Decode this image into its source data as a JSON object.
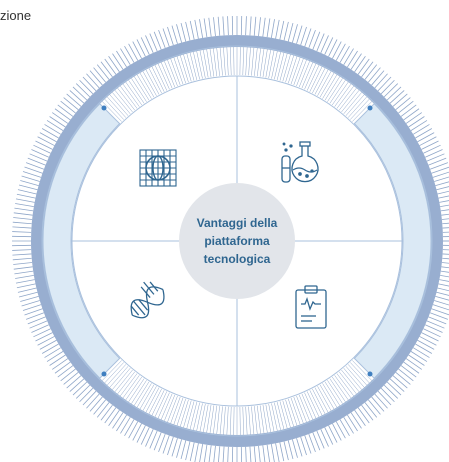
{
  "caption": "zione",
  "center": {
    "lines": [
      "Vantaggi della",
      "piattaforma",
      "tecnologica"
    ]
  },
  "icons": [
    {
      "name": "grid-globe-icon",
      "quadrant": "top-left"
    },
    {
      "name": "lab-flasks-icon",
      "quadrant": "top-right"
    },
    {
      "name": "dna-icon",
      "quadrant": "bottom-left"
    },
    {
      "name": "clipboard-chart-icon",
      "quadrant": "bottom-right"
    }
  ],
  "colors": {
    "outer_ring": "#98aed0",
    "hatch": "#8fa6c8",
    "inner_ring": "#a9c0dd",
    "light_band": "#dbe9f5",
    "center_fill": "#e2e5ea",
    "text": "#2f6690",
    "icon_stroke": "#2f6690",
    "accent_dot": "#3f7fc0"
  }
}
